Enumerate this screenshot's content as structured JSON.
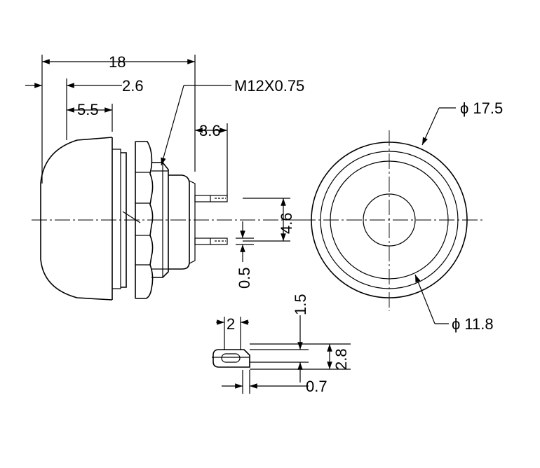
{
  "drawing": {
    "labels": {
      "overall_length": "18",
      "dim_2_6": "2.6",
      "dim_5_5": "5.5",
      "thread": "M12X0.75",
      "dim_3_6": "3.6",
      "pin_spacing": "4.6",
      "pin_width": "0.5",
      "outer_diameter": "ϕ 17.5",
      "inner_diameter": "ϕ 11.8",
      "lug_2": "2",
      "lug_1_5": "1.5",
      "lug_2_8": "2.8",
      "lug_0_7": "0.7"
    }
  }
}
